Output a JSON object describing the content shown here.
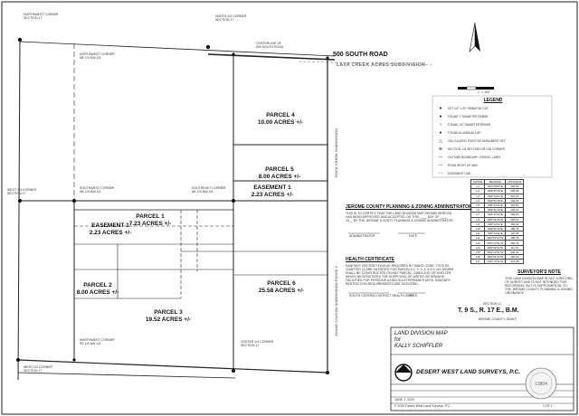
{
  "corners": {
    "nw_section": [
      "NORTHWEST CORNER",
      "SECTION 17"
    ],
    "n_quarter": [
      "NORTH 1/4 CORNER",
      "SECTION 17"
    ],
    "centerline_road": [
      "CENTERLINE OF",
      "500 SOUTH ROAD"
    ],
    "nw_ne_quarter": [
      "NORTHWEST CORNER",
      "NE 1/4 NW 1/4"
    ],
    "w_quarter": [
      "WEST 1/4 CORNER",
      "SECTION 17"
    ],
    "sw_ne_quarter": [
      "SOUTHWEST CORNER",
      "NE 1/4 NW 1/4"
    ],
    "se_ne_quarter": [
      "SOUTHEAST CORNER",
      "NE 1/4 NW 1/4"
    ],
    "nw_se_quarter": [
      "NORTHWEST CORNER",
      "SE 1/4 NW 1/4"
    ],
    "center_quarter": [
      "CENTER 1/4 CORNER",
      "SECTION 17"
    ],
    "sw_quarter": [
      "WEST 1/4 CORNER",
      "SECTION 17"
    ]
  },
  "roads": {
    "south_road": "500 SOUTH ROAD",
    "subdivision_name": "LAVA CREEK ACRES SUBDIVISION",
    "west_subdivision": "ROCK CREEK SUBDIVISION",
    "east_subdivision": "SNAKE CANYON SUBDIVISION PHASE 2"
  },
  "parcels": [
    {
      "name": "PARCEL 4",
      "acres": "10.00 ACRES +/-"
    },
    {
      "name": "PARCEL 5",
      "acres": "8.00 ACRES +/-"
    },
    {
      "name": "EASEMENT 1",
      "acres": "2.23 ACRES +/-"
    },
    {
      "name": "PARCEL 1",
      "acres": "7.23 ACRES +/-"
    },
    {
      "name": "EASEMENT 1",
      "acres": "2.23 ACRES +/-"
    },
    {
      "name": "PARCEL 2",
      "acres": "8.00 ACRES +/-"
    },
    {
      "name": "PARCEL 6",
      "acres": "25.58 ACRES +/-"
    },
    {
      "name": "PARCEL 3",
      "acres": "19.52 ACRES +/-"
    }
  ],
  "scale": {
    "label": "1\" = 100'"
  },
  "legend": {
    "title": "LEGEND",
    "items": [
      {
        "icon": "filled-circle",
        "symbol": "●",
        "label": "SET 1/2\" x 24\" REBAR W/ CAP"
      },
      {
        "icon": "filled-circle",
        "symbol": "●",
        "label": "FOUND 1\" DIAMETER REBAR"
      },
      {
        "icon": "open-circle",
        "symbol": "○",
        "label": "FOUND 1/2\" DIAMETER REBAR"
      },
      {
        "icon": "filled-circle",
        "symbol": "●",
        "label": "FOUND ALUMINUM CAP"
      },
      {
        "icon": "triangle",
        "symbol": "△",
        "label": "CALCULATED POINT NO MONUMENT SET"
      },
      {
        "icon": "section-corner",
        "symbol": "⊕",
        "label": "SECTION, 1/4 SECTION OR 1/16 CORNER"
      },
      {
        "icon": "line",
        "symbol": "—",
        "label": "OUTSIDE BOUNDARY / PARCEL LINES"
      },
      {
        "icon": "line",
        "symbol": "—",
        "label": "ROAD RIGHT-OF-WAY"
      },
      {
        "icon": "dashed-line",
        "symbol": "- -",
        "label": "EASEMENT LINE"
      }
    ]
  },
  "curve_table": {
    "headers": [
      "CURVE",
      "BEARING",
      "DISTANCE"
    ],
    "rows": [
      [
        "L1",
        "N00°00'00\"E",
        "230.00"
      ],
      [
        "L2",
        "N89°52'19\"E",
        "295.98"
      ],
      [
        "L3",
        "S00°13'41\"E",
        "210.00"
      ],
      [
        "L4",
        "N89°52'19\"E",
        "236.00"
      ],
      [
        "L5",
        "S00°13'41\"E",
        "115.00"
      ],
      [
        "L6",
        "N89°52'19\"E",
        "100.00"
      ],
      [
        "L7",
        "S00°13'41\"E",
        "100.00"
      ],
      [
        "L8",
        "S89°52'19\"W",
        "236.00"
      ],
      [
        "L9",
        "S00°13'41\"E",
        "182.00"
      ],
      [
        "L10",
        "N89°52'19\"E",
        "185.45"
      ],
      [
        "L11",
        "S00°13'41\"E",
        "107.00"
      ],
      [
        "L12",
        "S89°52'19\"W",
        "185.45"
      ],
      [
        "L13",
        "N00°13'41\"W",
        "156.00"
      ],
      [
        "L14",
        "S89°52'19\"W",
        "111.27"
      ],
      [
        "L15",
        "N00°13'41\"W",
        "246.02"
      ],
      [
        "L16",
        "S89°52'19\"W",
        "150.00"
      ],
      [
        "L17",
        "N00°13'41\"W",
        "312.28"
      ]
    ]
  },
  "county_admin": {
    "title": "JEROME COUNTY PLANNING & ZONING ADMINISTRATOR",
    "text": "THIS IS TO CERTIFY THAT THE LAND DIVISION MAP SHOWN HEREON HAS BEEN APPROVED AND ACCEPTED ON THIS ____ DAY OF ____, 20__ BY THE JEROME COUNTY PLANNING & ZONING ADMINISTRATOR.",
    "signature_label": "ADMINISTRATOR",
    "date_label": "DATE"
  },
  "health": {
    "title": "HEALTH CERTIFICATE",
    "text": "SANITARY RESTRICTIONS AS REQUIRED BY IDAHO CODE, TITLE 50, CHAPTER 13 ARE SATISFIED FOR PARCELS 1, 2, 3, 4, 5 & 6. NO SEWER SHALL BE CONSTRUCTED ON ANY PARCEL, DWELLING OR SHELTER WHICH NECESSITATES THE SUPPLYING OF WATER OR SEWAGE FACILITIES FOR PERSONS USING SUCH PREMISES UNTIL SANITARY RESTRICTION REQUIREMENTS ARE SATISFIED.",
    "signature_label": "SOUTH CENTRAL DISTRICT HEALTH DEPT.",
    "date_label": "DATE"
  },
  "surveyor_note": {
    "title": "SURVEYOR'S NOTE",
    "text": "THIS LAND DIVISION MAP IS NOT A RECORD OF SURVEY AND IS NOT INTENDED FOR RECORDING, BUT IS SUPPLEMENTAL TO THE JEROME COUNTY PLANNING & ZONING ORDINANCE."
  },
  "location": {
    "section_label": "SECTION 17",
    "township": "T. 9 S., R. 17 E., B.M.",
    "county": "JEROME COUNTY, IDAHO"
  },
  "title_block": {
    "title": "LAND DIVISION MAP",
    "for": "for",
    "client": "KALLY SCHIFFLER",
    "company": "DESERT WEST LAND SURVEYS, P.C.",
    "copyright": "© 2020 Desert West Land Surveys, P.C.",
    "date": "JUNE 2, 2020",
    "sheet": "1 OF 1"
  }
}
